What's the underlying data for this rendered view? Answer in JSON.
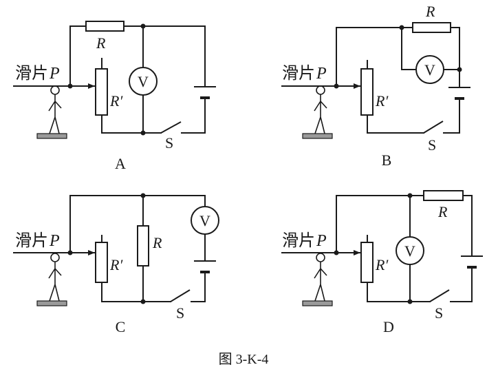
{
  "caption": "图 3-K-4",
  "labels": {
    "slider": "滑片",
    "slider_p": "P",
    "resistor": "R",
    "rheostat": "R′",
    "voltmeter": "V",
    "switch": "S"
  },
  "panels": [
    {
      "id": "A"
    },
    {
      "id": "B"
    },
    {
      "id": "C"
    },
    {
      "id": "D"
    }
  ],
  "colors": {
    "line": "#1a1a1a",
    "ground_plate": "#9a9a9a",
    "background": "#ffffff"
  }
}
